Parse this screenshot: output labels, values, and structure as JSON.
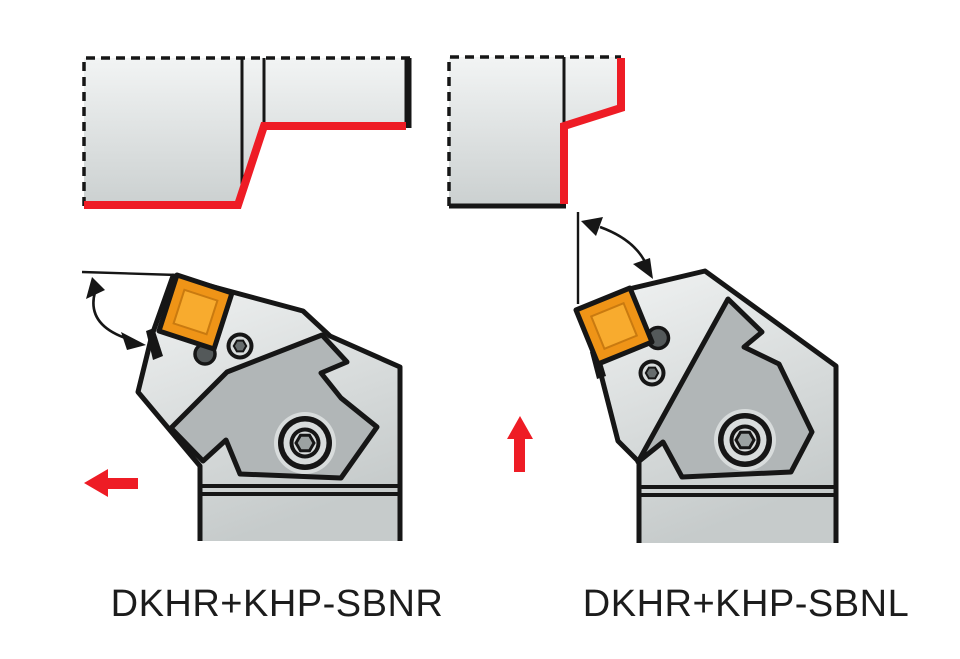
{
  "figure": {
    "type": "toolholder-catalog-diagram",
    "variants": [
      {
        "id": "sbnr",
        "label": "DKHR+KHP-SBNR",
        "feed_direction": "left",
        "icons": [
          "workpiece-profile-icon",
          "angle-arc-arrow-icon",
          "feed-left-arrow-icon",
          "square-insert-icon",
          "clamp-screw-icon",
          "hex-socket-screw-icon"
        ]
      },
      {
        "id": "sbnl",
        "label": "DKHR+KHP-SBNL",
        "feed_direction": "up",
        "icons": [
          "workpiece-profile-icon",
          "angle-arc-arrow-icon",
          "feed-up-arrow-icon",
          "square-insert-icon",
          "clamp-screw-icon",
          "hex-socket-screw-icon"
        ]
      }
    ],
    "colors": {
      "background": "#ffffff",
      "red": "#ee1c25",
      "outline": "#161616",
      "label": "#1c1c1c",
      "insert_face": "#f8ab2e",
      "insert_bevel": "#ef9417",
      "insert_bevel_line": "#c97a10",
      "body_light": "#f0f2f2",
      "body_dark": "#c6cbcb",
      "clamp_gray": "#b1b6b7",
      "pin_gray": "#54595a",
      "ring_light": "#d8dcdc",
      "hex_small": "#666c6d",
      "hex_big": "#9ba1a1"
    }
  }
}
